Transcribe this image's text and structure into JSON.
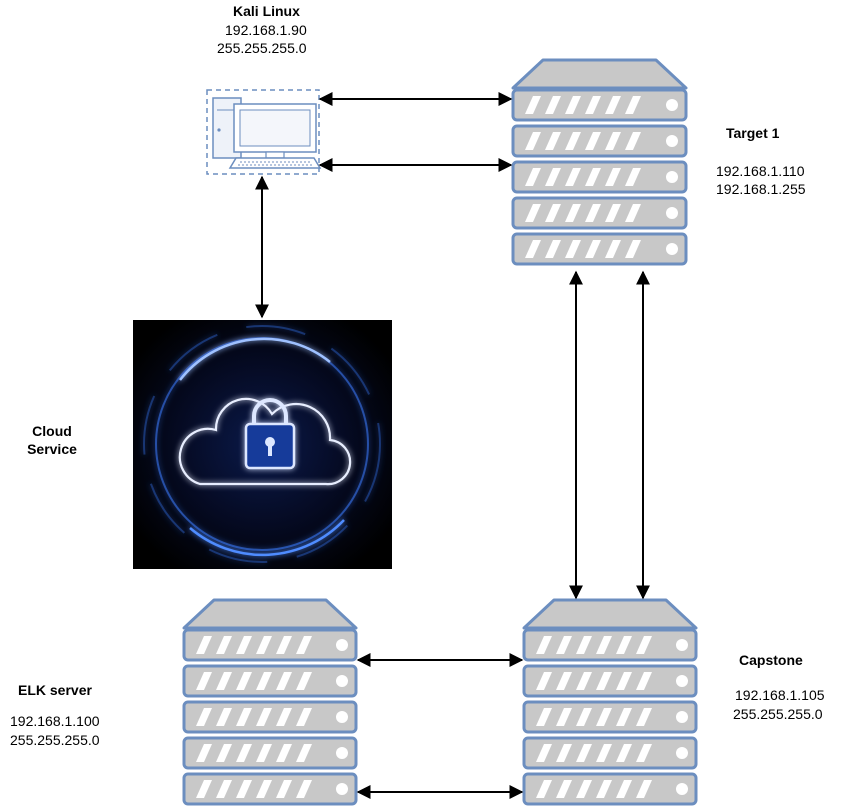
{
  "nodes": {
    "kali": {
      "title": "Kali Linux",
      "ip": "192.168.1.90",
      "mask": "255.255.255.0",
      "icon": "desktop-computer-icon"
    },
    "target1": {
      "title": "Target 1",
      "ip": "192.168.1.110",
      "mask": "192.168.1.255",
      "icon": "server-rack-icon"
    },
    "cloud": {
      "title_line1": "Cloud",
      "title_line2": "Service",
      "icon": "cloud-lock-icon"
    },
    "elk": {
      "title": "ELK server",
      "ip": "192.168.1.100",
      "mask": "255.255.255.0",
      "icon": "server-rack-icon"
    },
    "capstone": {
      "title": "Capstone",
      "ip": "192.168.1.105",
      "mask": "255.255.255.0",
      "icon": "server-rack-icon"
    }
  },
  "colors": {
    "server_fill": "#c8c8c8",
    "server_stroke": "#6c8ebf",
    "arrow": "#000000",
    "cloud_glow": "#3a7bff",
    "cloud_bg": "#000000"
  }
}
